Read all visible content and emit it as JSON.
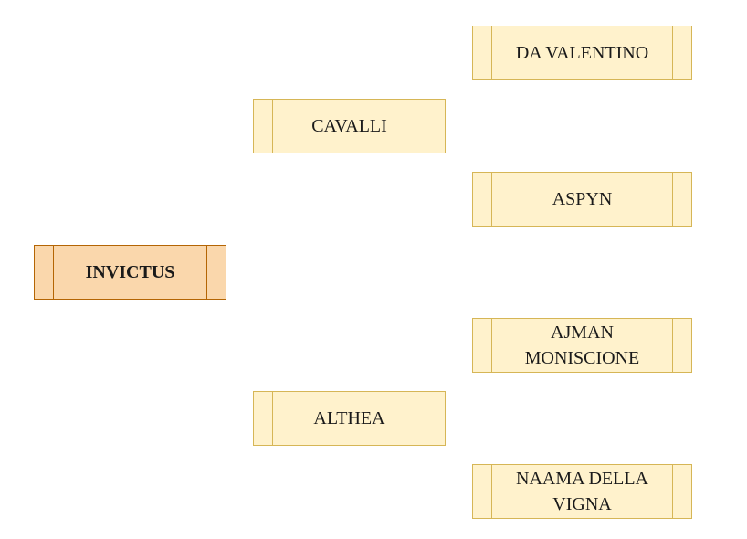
{
  "root": {
    "name": "INVICTUS"
  },
  "sire": {
    "name": "CAVALLI"
  },
  "dam": {
    "name": "ALTHEA"
  },
  "sire_sire": {
    "name": "DA VALENTINO"
  },
  "sire_dam": {
    "name": "ASPYN"
  },
  "dam_sire": {
    "name": "AJMAN MONISCIONE"
  },
  "dam_dam": {
    "name": "NAAMA DELLA VIGNA"
  },
  "colors": {
    "root_fill": "#fad7ac",
    "root_stroke": "#b46504",
    "node_fill": "#fff2cc",
    "node_stroke": "#d6b656"
  }
}
